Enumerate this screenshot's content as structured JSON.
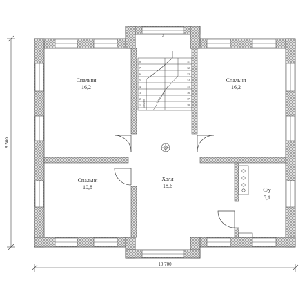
{
  "rooms": [
    {
      "name": "Спальня",
      "area": "16,2"
    },
    {
      "name": "Спальня",
      "area": "16,2"
    },
    {
      "name": "Спальня",
      "area": "10,8"
    },
    {
      "name": "Холл",
      "area": "18,6"
    },
    {
      "name": "С/у",
      "area": "5,1"
    }
  ],
  "dimensions": {
    "width": "10 700",
    "height": "8 500"
  },
  "stairs": {
    "top_mark": "2",
    "left_numbers": [
      "8",
      "7",
      "6",
      "5",
      "4",
      "3",
      "2",
      "1"
    ],
    "right_numbers": [
      "11",
      "12",
      "13",
      "14",
      "15",
      "16",
      "17",
      "18"
    ],
    "flight_label": "18х280"
  },
  "colors": {
    "wall": "#555555",
    "wall_fill": "#e6e6e6",
    "line": "#444444"
  }
}
